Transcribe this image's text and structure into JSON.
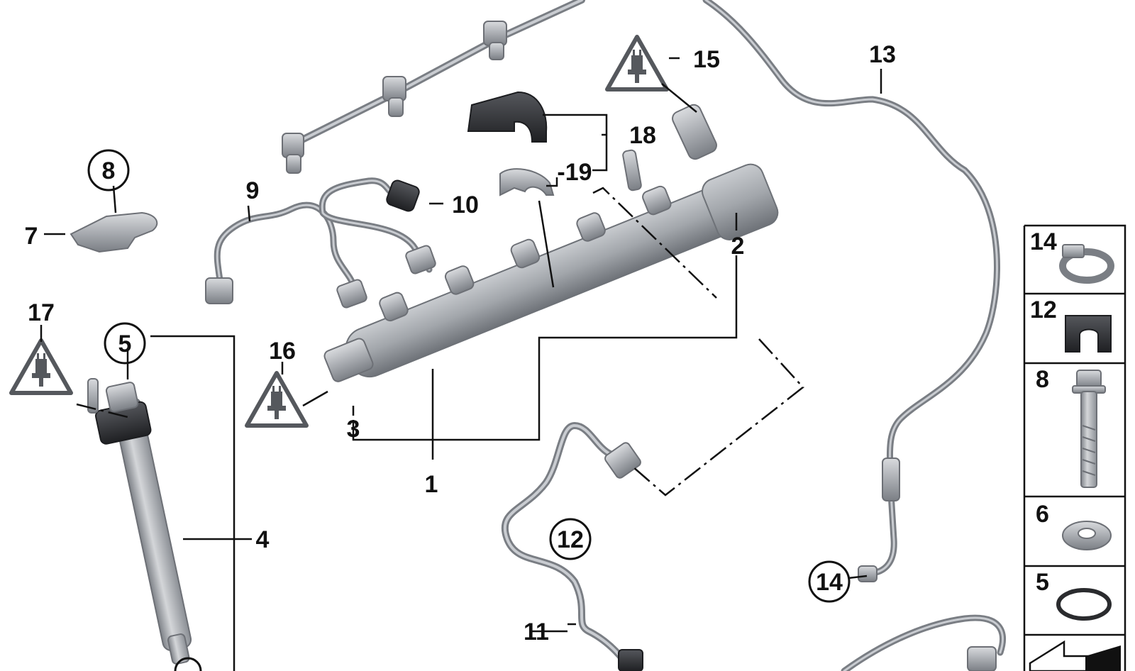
{
  "diagram": {
    "callouts": [
      {
        "id": "c1",
        "text": "1"
      },
      {
        "id": "c2",
        "text": "2"
      },
      {
        "id": "c3",
        "text": "3"
      },
      {
        "id": "c4",
        "text": "4"
      },
      {
        "id": "c5",
        "text": "5"
      },
      {
        "id": "c7",
        "text": "7"
      },
      {
        "id": "c8",
        "text": "8"
      },
      {
        "id": "c9",
        "text": "9"
      },
      {
        "id": "c10",
        "text": "10"
      },
      {
        "id": "c11",
        "text": "11"
      },
      {
        "id": "c12",
        "text": "12"
      },
      {
        "id": "c13",
        "text": "13"
      },
      {
        "id": "c14",
        "text": "14"
      },
      {
        "id": "c15",
        "text": "15"
      },
      {
        "id": "c16",
        "text": "16"
      },
      {
        "id": "c17",
        "text": "17"
      },
      {
        "id": "c18",
        "text": "18"
      },
      {
        "id": "c19",
        "text": "-19"
      }
    ],
    "sidebar": [
      {
        "text": "14",
        "part": "hose-clamp"
      },
      {
        "text": "12",
        "part": "rubber-grommet"
      },
      {
        "text": "8",
        "part": "bolt"
      },
      {
        "text": "6",
        "part": "washer"
      },
      {
        "text": "5",
        "part": "o-ring"
      },
      {
        "text": "",
        "part": "arrow-tab"
      }
    ],
    "icons": [
      "warning-triangle-electrical-icon"
    ],
    "colors": {
      "line": "#111111",
      "metal": "#9a9ea4",
      "dark_part": "#2a2b2e",
      "warning_outline": "#55585d"
    }
  }
}
